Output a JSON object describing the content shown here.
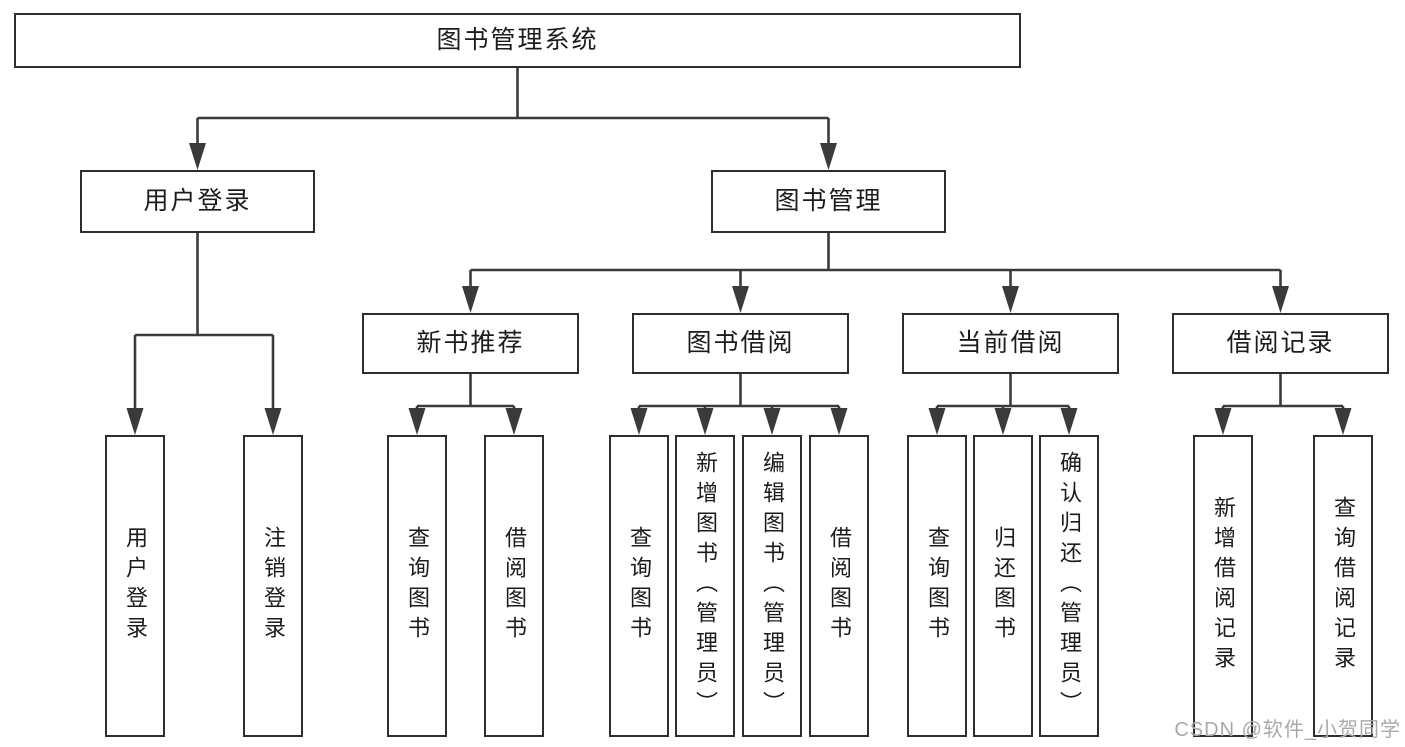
{
  "tree": {
    "label": "图书管理系统",
    "children": [
      {
        "label": "用户登录",
        "children": [
          {
            "label": "用户登录"
          },
          {
            "label": "注销登录"
          }
        ]
      },
      {
        "label": "图书管理",
        "children": [
          {
            "label": "新书推荐",
            "children": [
              {
                "label": "查询图书"
              },
              {
                "label": "借阅图书"
              }
            ]
          },
          {
            "label": "图书借阅",
            "children": [
              {
                "label": "查询图书"
              },
              {
                "label": "新增图书（管理员）"
              },
              {
                "label": "编辑图书（管理员）"
              },
              {
                "label": "借阅图书"
              }
            ]
          },
          {
            "label": "当前借阅",
            "children": [
              {
                "label": "查询图书"
              },
              {
                "label": "归还图书"
              },
              {
                "label": "确认归还（管理员）"
              }
            ]
          },
          {
            "label": "借阅记录",
            "children": [
              {
                "label": "新增借阅记录"
              },
              {
                "label": "查询借阅记录"
              }
            ]
          }
        ]
      }
    ]
  },
  "watermark": {
    "text": "CSDN @软件_小贺同学"
  },
  "colors": {
    "line": "#3a3a3a",
    "border": "#2e2e2e",
    "text": "#1c1c1c",
    "bg": "#ffffff",
    "watermark": "#a9a9a9"
  }
}
